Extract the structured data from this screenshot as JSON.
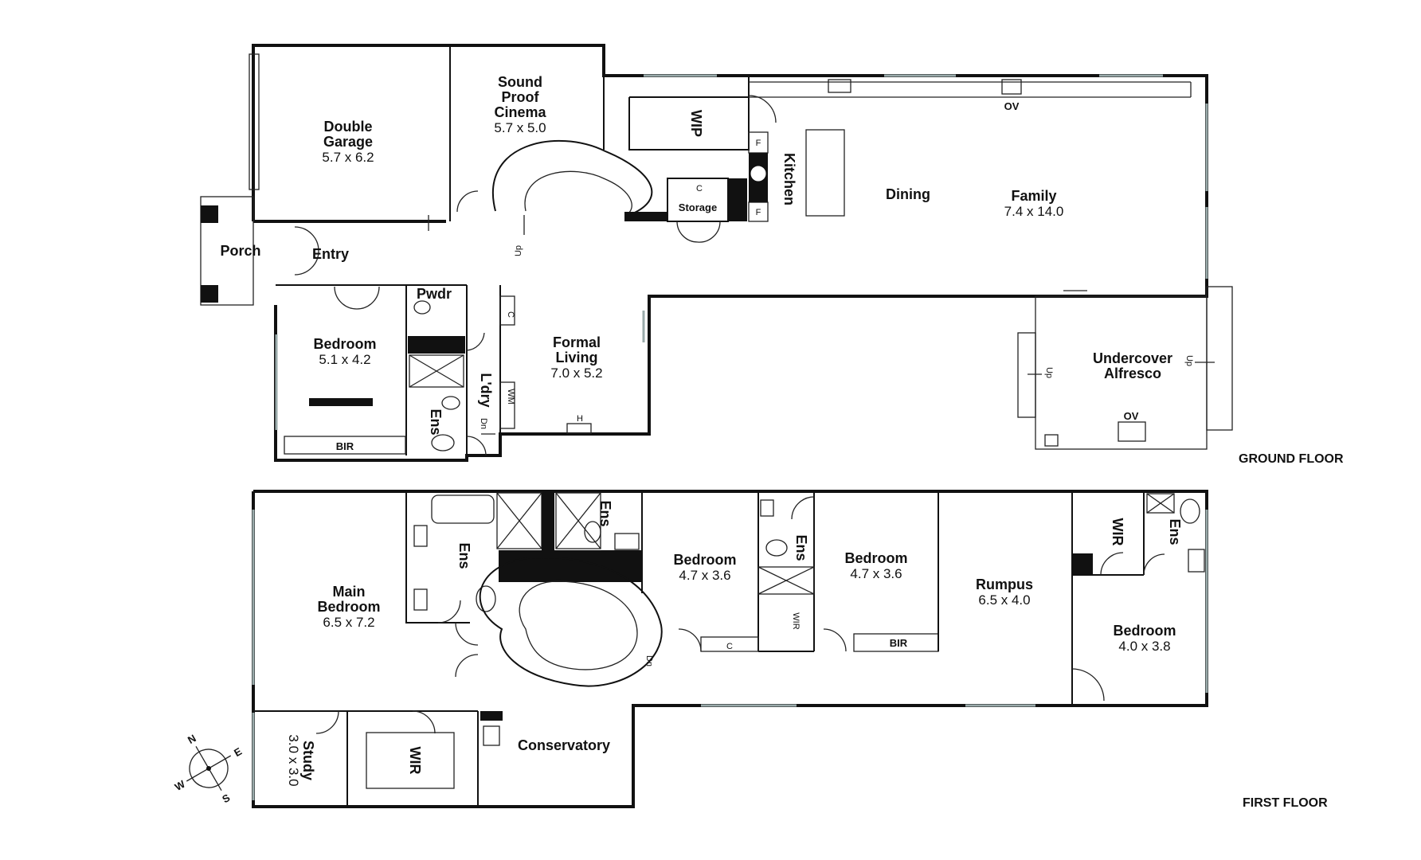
{
  "ground_floor": {
    "label": "GROUND FLOOR",
    "rooms": {
      "double_garage": {
        "name_lines": [
          "Double",
          "Garage"
        ],
        "dims": "5.7 x 6.2"
      },
      "cinema": {
        "name_lines": [
          "Sound",
          "Proof",
          "Cinema"
        ],
        "dims": "5.7 x 5.0"
      },
      "wip": {
        "name": "WIP"
      },
      "kitchen": {
        "name": "Kitchen"
      },
      "dining": {
        "name": "Dining"
      },
      "family": {
        "name": "Family",
        "dims": "7.4 x 14.0"
      },
      "porch": {
        "name": "Porch"
      },
      "entry": {
        "name": "Entry"
      },
      "bedroom": {
        "name": "Bedroom",
        "dims": "5.1 x 4.2"
      },
      "pwdr": {
        "name": "Pwdr"
      },
      "ens": {
        "name": "Ens"
      },
      "ldry": {
        "name": "L'dry"
      },
      "formal_living": {
        "name_lines": [
          "Formal",
          "Living"
        ],
        "dims": "7.0 x 5.2"
      },
      "undercover_alfresco": {
        "name_lines": [
          "Undercover",
          "Alfresco"
        ]
      },
      "storage": {
        "name": "Storage"
      }
    },
    "fixtures": {
      "ov_kitchen": "OV",
      "ov_alfresco": "OV",
      "bir": "BIR",
      "c_kitchen": "C",
      "c_ldry": "C",
      "wm": "WM",
      "h": "H",
      "f1": "F",
      "f2": "F",
      "up_stair": "Up",
      "up_alfresco_left": "Up",
      "up_alfresco_right": "Up",
      "dn_ldry": "Dn"
    }
  },
  "first_floor": {
    "label": "FIRST FLOOR",
    "rooms": {
      "main_bedroom": {
        "name_lines": [
          "Main",
          "Bedroom"
        ],
        "dims": "6.5 x 7.2"
      },
      "ens_main": {
        "name": "Ens"
      },
      "ens_bed2": {
        "name": "Ens"
      },
      "bedroom_2": {
        "name": "Bedroom",
        "dims": "4.7 x 3.6"
      },
      "ens_bed3": {
        "name": "Ens"
      },
      "bedroom_3": {
        "name": "Bedroom",
        "dims": "4.7 x 3.6"
      },
      "rumpus": {
        "name": "Rumpus",
        "dims": "6.5 x 4.0"
      },
      "wir_bed4": {
        "name": "WIR"
      },
      "ens_bed4": {
        "name": "Ens"
      },
      "bedroom_4": {
        "name": "Bedroom",
        "dims": "4.0 x 3.8"
      },
      "study": {
        "name": "Study",
        "dims": "3.0 x 3.0"
      },
      "wir_main": {
        "name": "WIR"
      },
      "conservatory": {
        "name": "Conservatory"
      }
    },
    "fixtures": {
      "c_hall": "C",
      "bir": "BIR",
      "wir_small": "WIR",
      "dn_stair": "Dn"
    }
  },
  "compass": {
    "n": "N",
    "e": "E",
    "s": "S",
    "w": "W"
  }
}
